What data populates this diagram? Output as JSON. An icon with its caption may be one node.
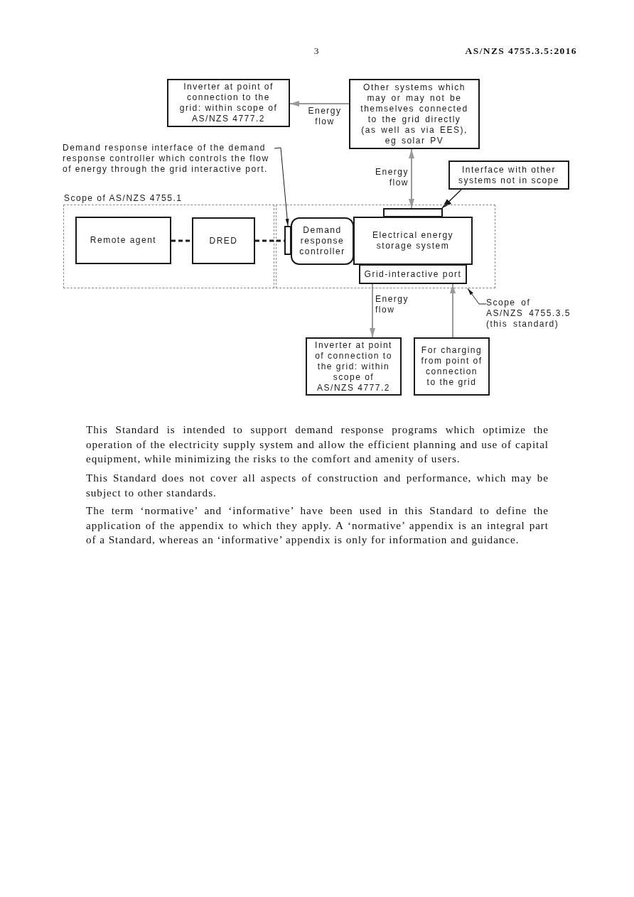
{
  "diagram": {
    "nodes": [
      {
        "text": [
          "Inverter at point of connection to the grid: within scope of AS/NZS 4777.2"
        ]
      },
      {
        "text": [
          "Other systems which may or may not be themselves connected to the grid directly (as well as via EES), eg solar PV"
        ]
      },
      {
        "text": [
          "Demand response interface of the demand response controller which controls the flow of energy through the grid interactive port."
        ]
      },
      {
        "text": [
          "Interface with other systems not in scope"
        ]
      },
      {
        "text": [
          "Scope of AS/NZS 4755.1"
        ]
      },
      {
        "text": [
          "Remote agent"
        ],
        "in": 4
      },
      {
        "text": [
          "DRED"
        ],
        "in": 4
      },
      {
        "text": [],
        "shape": "box"
      },
      {
        "text": [],
        "shape": "box",
        "in": 7
      },
      {
        "text": [
          "Demand response controller"
        ],
        "in": 7
      },
      {
        "text": [],
        "shape": "box",
        "in": 7
      },
      {
        "text": [
          "Electrical energy storage system"
        ],
        "in": 7
      },
      {
        "text": [
          "Grid-interactive port"
        ],
        "in": 7
      },
      {
        "text": [
          "Scope of AS/NZS 4755.3.5 (this standard)"
        ]
      },
      {
        "text": [
          "Inverter at point of connection to the grid: within scope of AS/NZS 4777.2"
        ]
      },
      {
        "text": [
          "For charging from point of connection to the grid"
        ]
      }
    ],
    "edges": [
      {
        "from": 1,
        "to": 0,
        "arrow": "to",
        "label": "Energy flow",
        "color": "#999999"
      },
      {
        "from": 1,
        "to": 10,
        "arrow": "both",
        "label": "Energy flow",
        "color": "#999999"
      },
      {
        "from": 2,
        "to": 8,
        "arrow": "to"
      },
      {
        "from": 3,
        "to": 10,
        "arrow": "to"
      },
      {
        "from": 5,
        "to": 6,
        "arrow": "none",
        "style": "dashed"
      },
      {
        "from": 6,
        "to": 8,
        "arrow": "none",
        "style": "dashed"
      },
      {
        "from": 12,
        "to": 14,
        "arrow": "to",
        "label": "Energy flow",
        "color": "#999999"
      },
      {
        "from": 15,
        "to": 12,
        "arrow": "to",
        "color": "#999999"
      },
      {
        "from": 13,
        "to": 7,
        "arrow": "to"
      }
    ],
    "labels": [
      "3",
      "AS/NZS 4755.3.5:2016",
      "This Standard is intended to support demand response programs which optimize the operation of the electricity supply system and allow the efficient planning and use of capital equipment, while minimizing the risks to the comfort and amenity of users.",
      "This Standard does not cover all aspects of construction and performance, which may be subject to other standards.",
      "The term ‘normative’ and ‘informative’ have been used in this Standard to define the application of the appendix to which they apply. A ‘normative’ appendix is an integral part of a Standard, whereas an ‘informative’ appendix is only for information and guidance."
    ]
  }
}
